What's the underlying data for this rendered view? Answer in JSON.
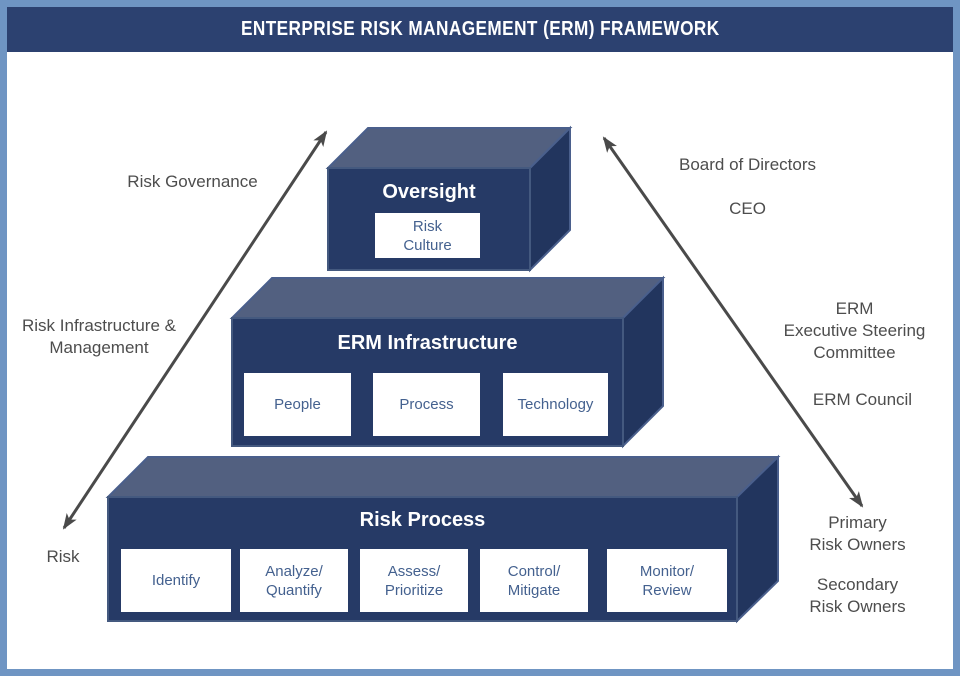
{
  "frame": {
    "title": "ENTERPRISE RISK MANAGEMENT (ERM) FRAMEWORK"
  },
  "colors": {
    "frame_border": "#6F95C3",
    "title_bar_bg": "#2C4170",
    "block_front": "#263A66",
    "block_top": "#526080",
    "block_side": "#22355E",
    "block_stroke": "#4A5F8C",
    "box_text": "#44618F",
    "label_text": "#4D4D4D",
    "arrow": "#4A4A4A"
  },
  "pyramid": {
    "levels": [
      {
        "title": "Oversight",
        "boxes": [
          "Risk\nCulture"
        ]
      },
      {
        "title": "ERM Infrastructure",
        "boxes": [
          "People",
          "Process",
          "Technology"
        ]
      },
      {
        "title": "Risk Process",
        "boxes": [
          "Identify",
          "Analyze/\nQuantify",
          "Assess/\nPrioritize",
          "Control/\nMitigate",
          "Monitor/\nReview"
        ]
      }
    ]
  },
  "left_axis": {
    "labels": [
      "Risk Governance",
      "Risk Infrastructure &\nManagement",
      "Risk"
    ]
  },
  "right_axis": {
    "labels": [
      "Board of Directors",
      "CEO",
      "ERM\nExecutive Steering\nCommittee",
      "ERM Council",
      "Primary\nRisk Owners",
      "Secondary\nRisk Owners"
    ]
  }
}
